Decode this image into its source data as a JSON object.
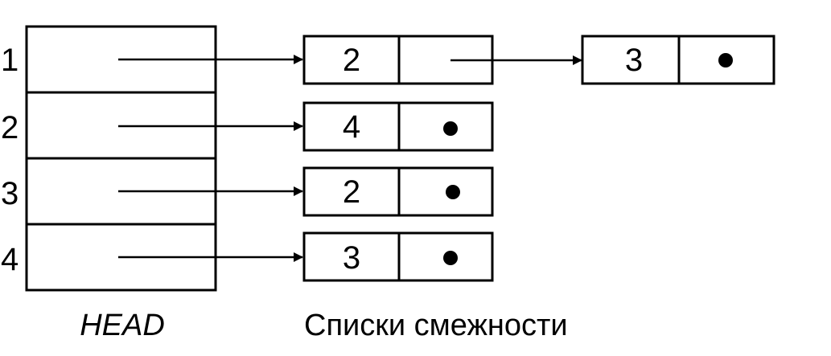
{
  "head": {
    "caption": "HEAD",
    "rows": [
      {
        "index": "1",
        "list": [
          {
            "value": "2",
            "next": "pointer"
          },
          {
            "value": "3",
            "next": "null"
          }
        ]
      },
      {
        "index": "2",
        "list": [
          {
            "value": "4",
            "next": "null"
          }
        ]
      },
      {
        "index": "3",
        "list": [
          {
            "value": "2",
            "next": "null"
          }
        ]
      },
      {
        "index": "4",
        "list": [
          {
            "value": "3",
            "next": "null"
          }
        ]
      }
    ]
  },
  "lists_caption": "Списки смежности"
}
